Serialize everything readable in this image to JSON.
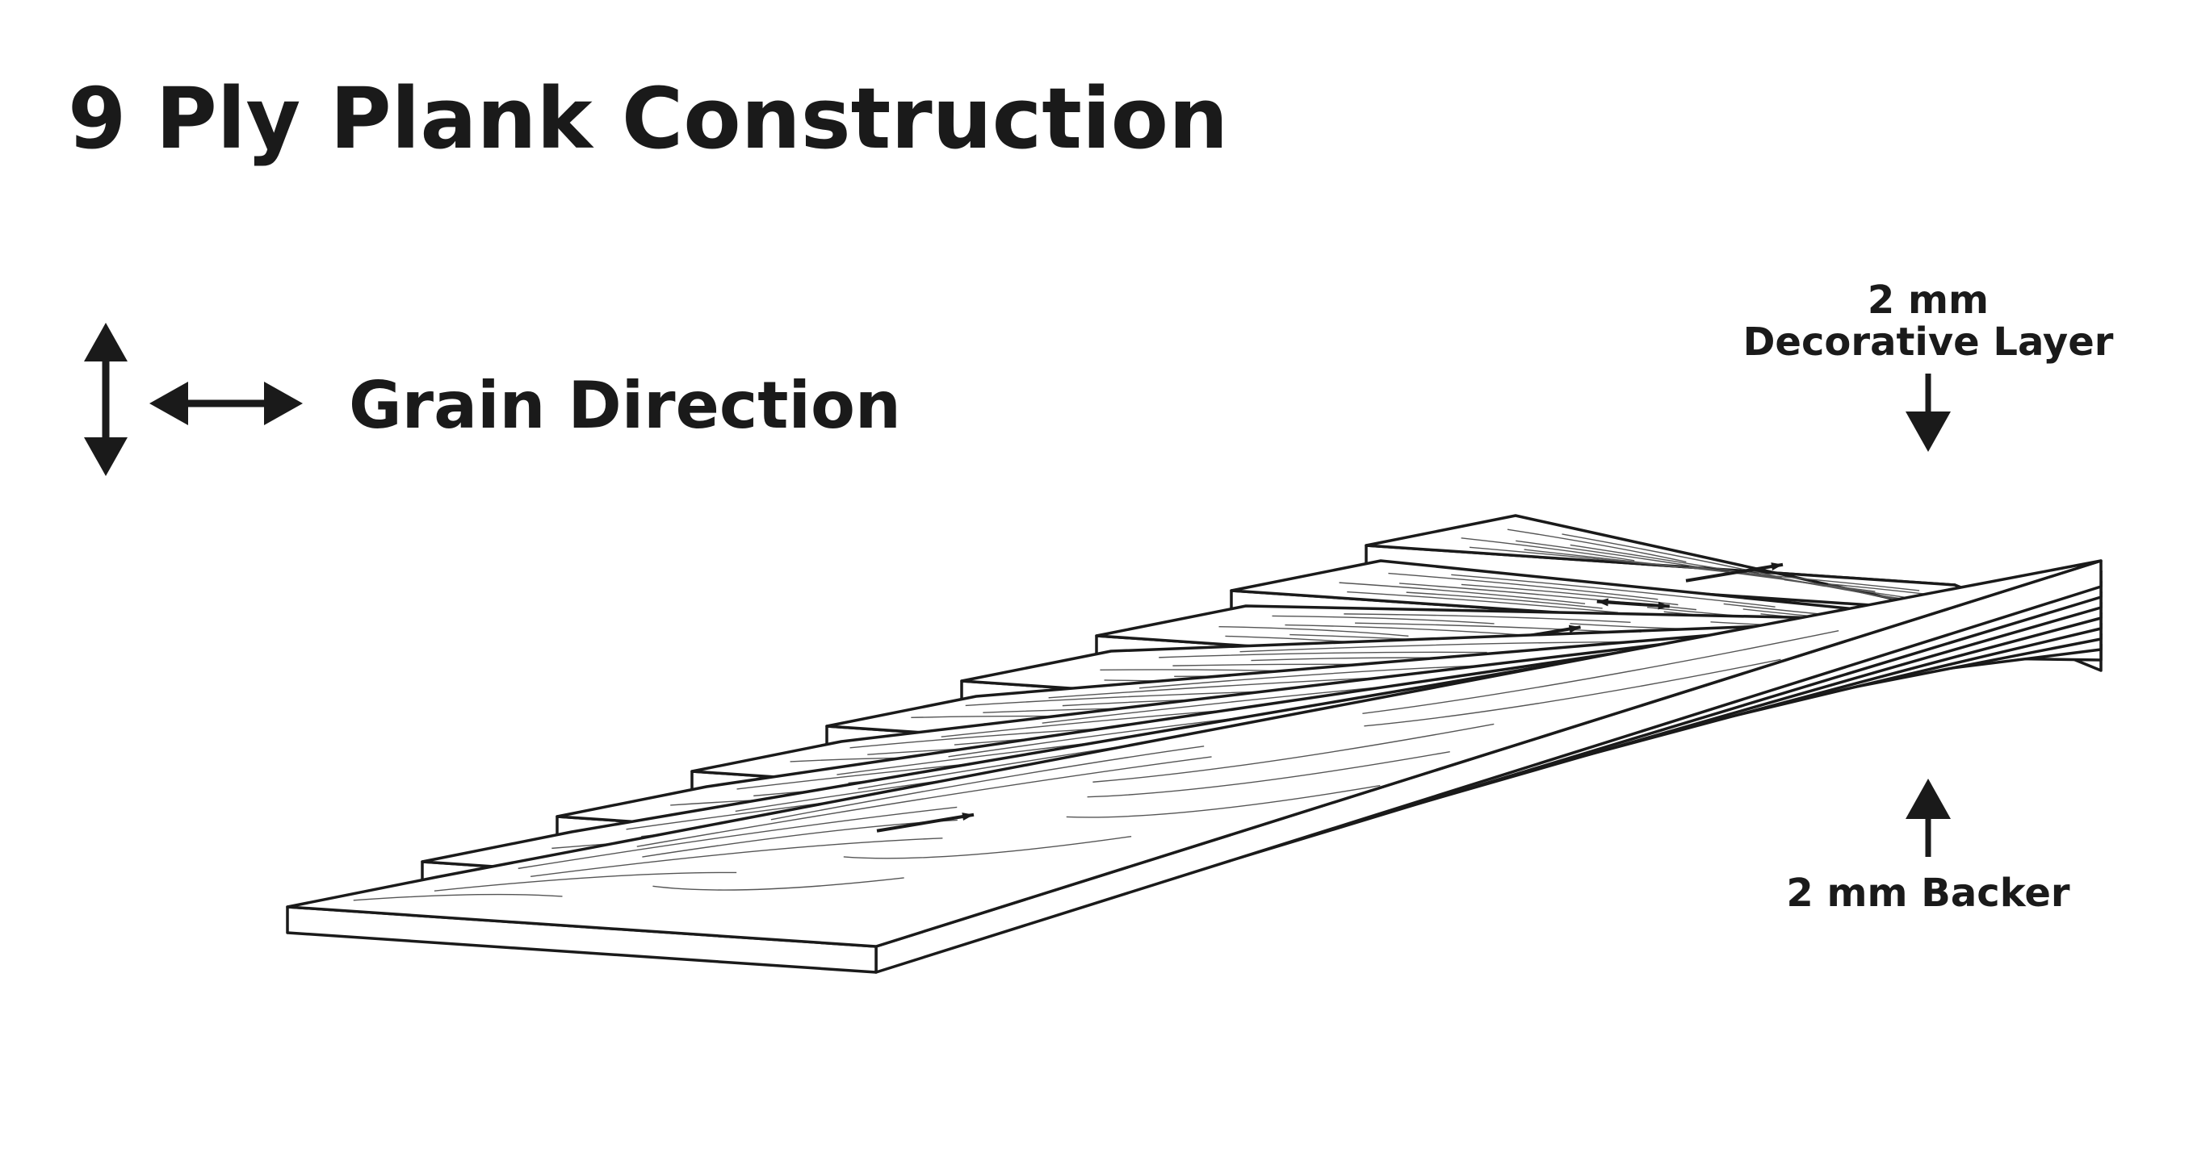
{
  "title": "9 Ply Plank Construction",
  "legend": {
    "label": "Grain Direction",
    "icons": [
      "vertical-double-arrow-icon",
      "horizontal-double-arrow-icon"
    ]
  },
  "callouts": {
    "top": {
      "line1": "2 mm",
      "line2": "Decorative Layer"
    },
    "bottom": {
      "label": "2 mm Backer"
    }
  },
  "ply_count": 9,
  "colors": {
    "ink": "#1a1a1a",
    "background": "#ffffff"
  }
}
